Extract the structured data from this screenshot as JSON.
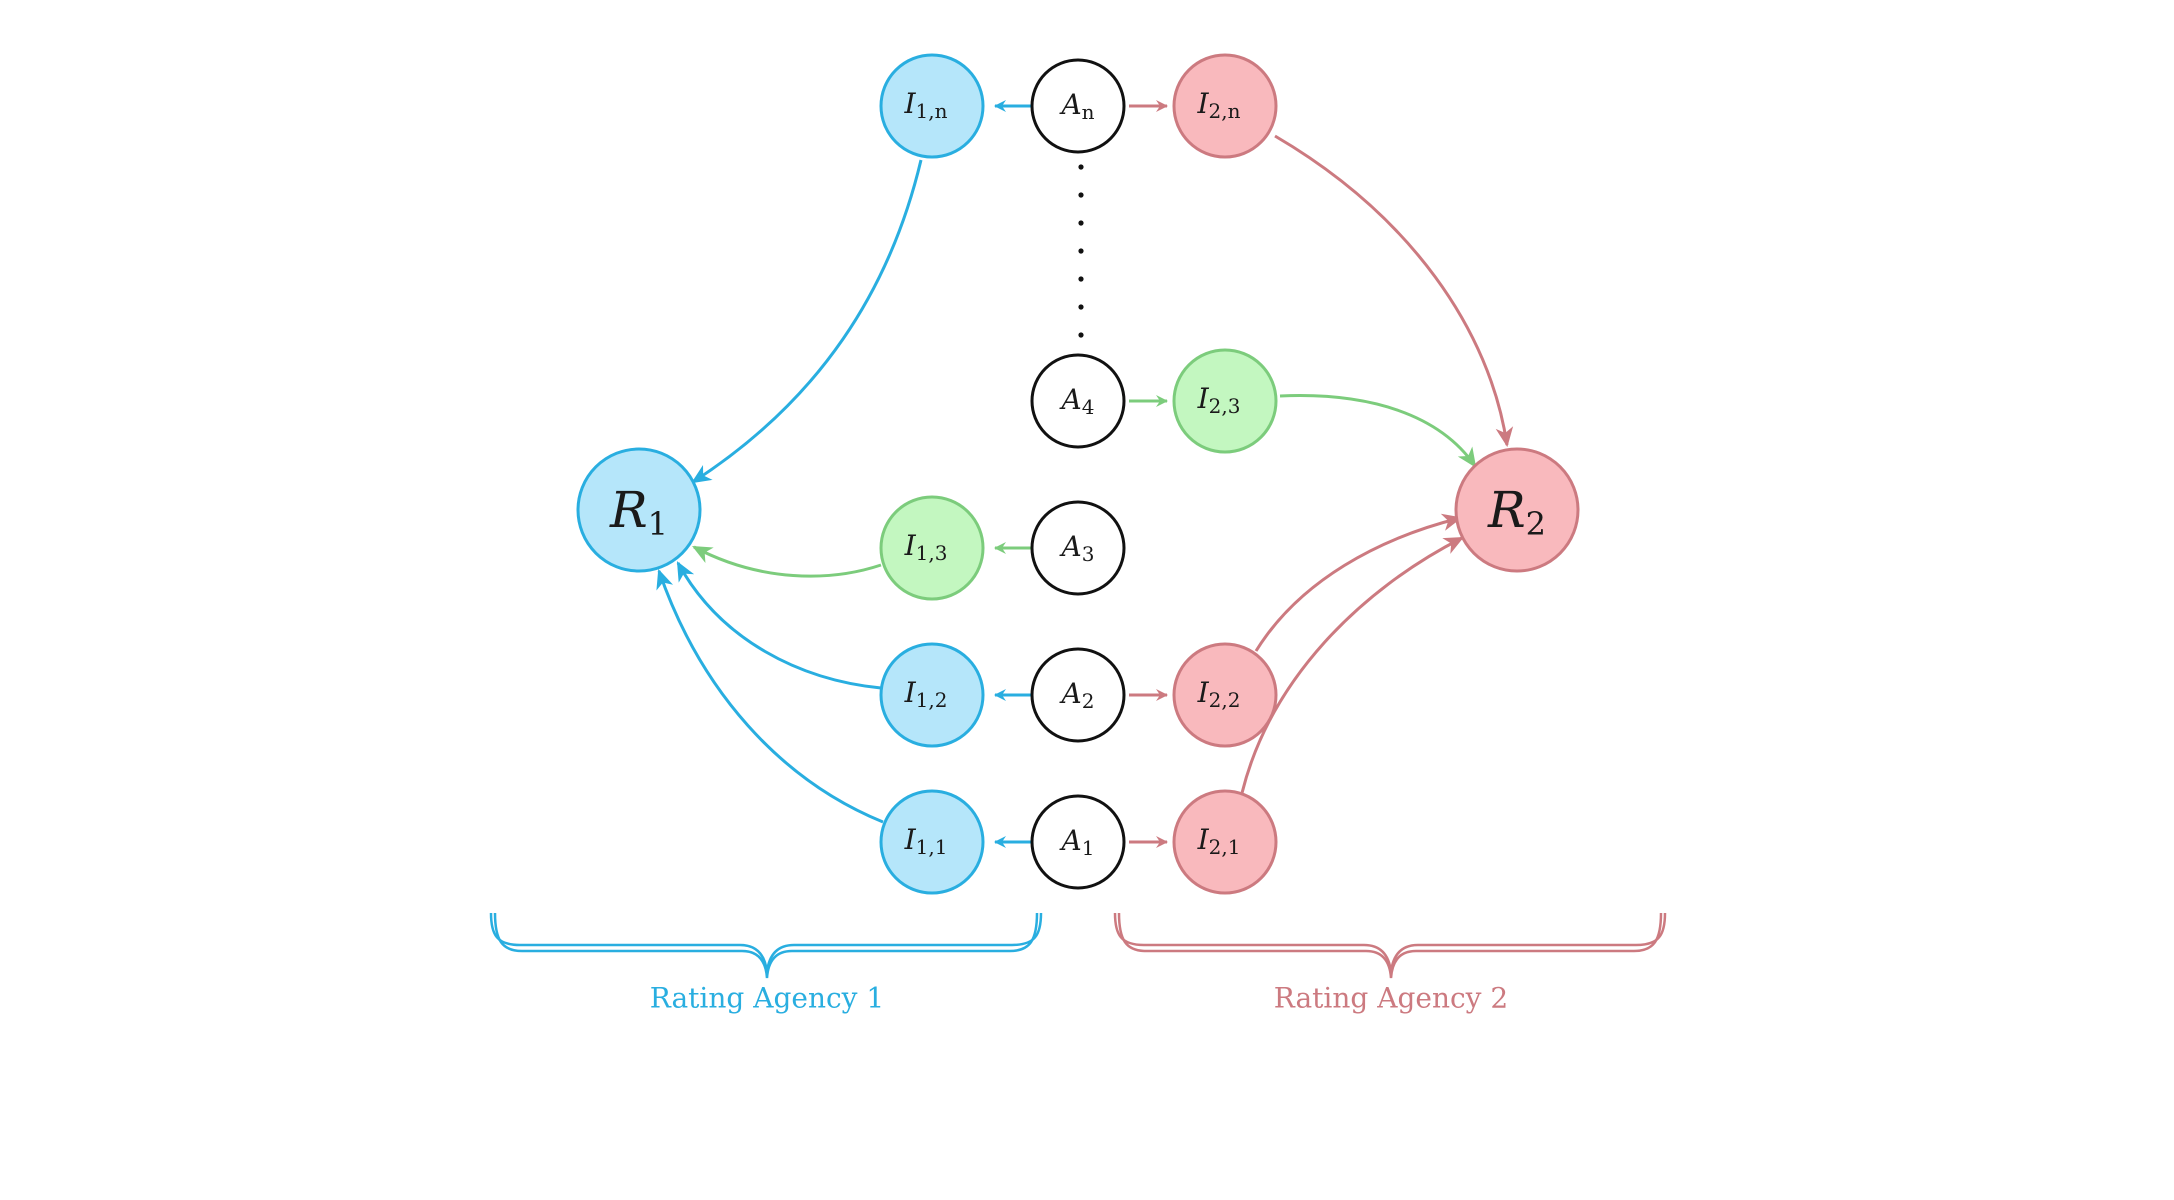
{
  "colors": {
    "agency1": "#29aee0",
    "agency1_fill": "#b5e6fa",
    "agency2": "#cc7a80",
    "agency2_fill": "#f9b9bd",
    "shared": "#7ccc7c",
    "shared_fill": "#c3f7c0",
    "asset_stroke": "#111111"
  },
  "nodes": {
    "R1": {
      "base": "R",
      "sub": "1"
    },
    "R2": {
      "base": "R",
      "sub": "2"
    },
    "An": {
      "base": "A",
      "sub": "n"
    },
    "A4": {
      "base": "A",
      "sub": "4"
    },
    "A3": {
      "base": "A",
      "sub": "3"
    },
    "A2": {
      "base": "A",
      "sub": "2"
    },
    "A1": {
      "base": "A",
      "sub": "1"
    },
    "I1n": {
      "base": "I",
      "sub": "1,n"
    },
    "I13": {
      "base": "I",
      "sub": "1,3"
    },
    "I12": {
      "base": "I",
      "sub": "1,2"
    },
    "I11": {
      "base": "I",
      "sub": "1,1"
    },
    "I2n": {
      "base": "I",
      "sub": "2,n"
    },
    "I23": {
      "base": "I",
      "sub": "2,3"
    },
    "I22": {
      "base": "I",
      "sub": "2,2"
    },
    "I21": {
      "base": "I",
      "sub": "2,1"
    }
  },
  "braces": {
    "agency1_label": "Rating Agency 1",
    "agency2_label": "Rating Agency 2"
  }
}
